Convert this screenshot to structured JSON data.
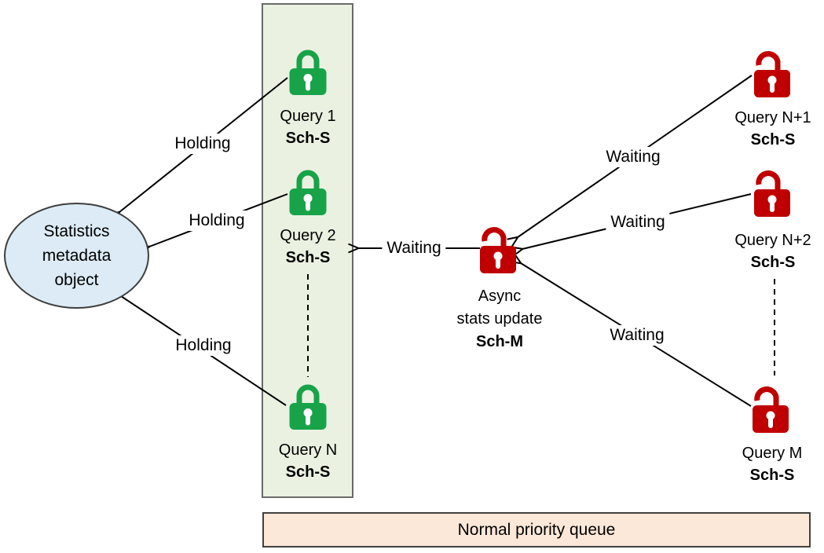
{
  "ellipse": {
    "lines": [
      "Statistics",
      "metadata",
      "object"
    ]
  },
  "holding_queries": [
    {
      "name": "Query 1",
      "lock": "Sch-S"
    },
    {
      "name": "Query 2",
      "lock": "Sch-S"
    },
    {
      "name": "Query N",
      "lock": "Sch-S"
    }
  ],
  "blocker": {
    "line1": "Async",
    "line2": "stats update",
    "lock": "Sch-M"
  },
  "waiting_queries": [
    {
      "name": "Query N+1",
      "lock": "Sch-S"
    },
    {
      "name": "Query N+2",
      "lock": "Sch-S"
    },
    {
      "name": "Query M",
      "lock": "Sch-S"
    }
  ],
  "edge_labels": {
    "holding": [
      "Holding",
      "Holding",
      "Holding"
    ],
    "waiting": [
      "Waiting",
      "Waiting",
      "Waiting",
      "Waiting"
    ]
  },
  "footer": "Normal priority queue",
  "colors": {
    "holding_lock": "#18a349",
    "waiting_lock": "#c00000",
    "ellipse_fill": "#dcebf5",
    "panel_fill": "#eaf1e1",
    "footer_fill": "#fce8d9",
    "line": "#000000"
  }
}
